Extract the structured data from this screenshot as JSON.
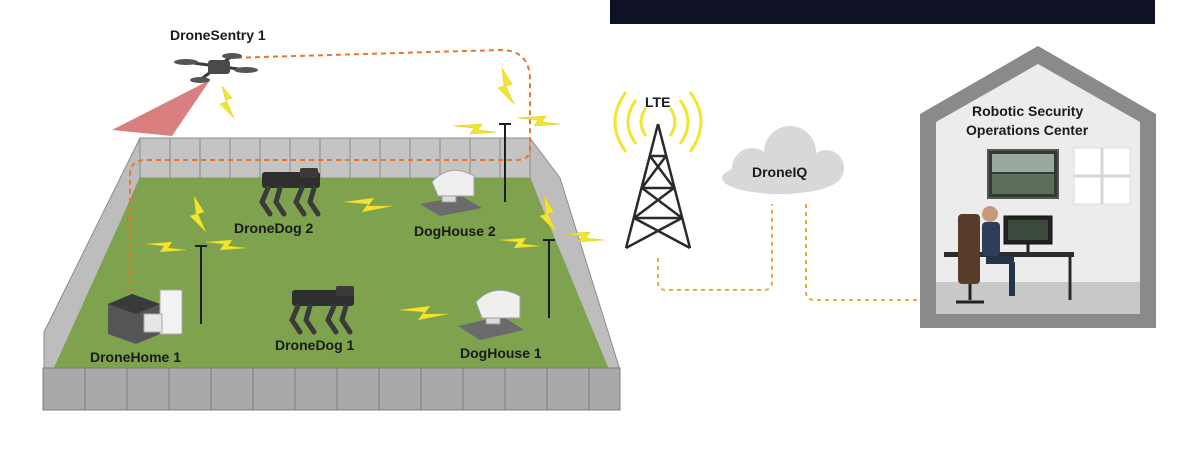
{
  "labels": {
    "drone_sentry": "DroneSentry 1",
    "drone_dog_2": "DroneDog 2",
    "drone_dog_1": "DroneDog 1",
    "doghouse_2": "DogHouse 2",
    "doghouse_1": "DogHouse 1",
    "drone_home": "DroneHome 1",
    "lte": "LTE",
    "cloud": "DroneIQ",
    "soc_line1": "Robotic Security",
    "soc_line2": "Operations Center"
  },
  "colors": {
    "grass": "#7ea24e",
    "fence": "#9a9a9a",
    "signal": "#f2e532",
    "link": "#f1a83a",
    "patrol": "#e8772e",
    "building": "#8a8a8a",
    "cloud": "#d8d8d8"
  },
  "icons": [
    "drone-icon",
    "robot-dog-icon",
    "doghouse-icon",
    "drone-home-icon",
    "lte-tower-icon",
    "cloud-icon",
    "operator-icon",
    "monitor-icon",
    "window-icon",
    "lightning-icon"
  ]
}
